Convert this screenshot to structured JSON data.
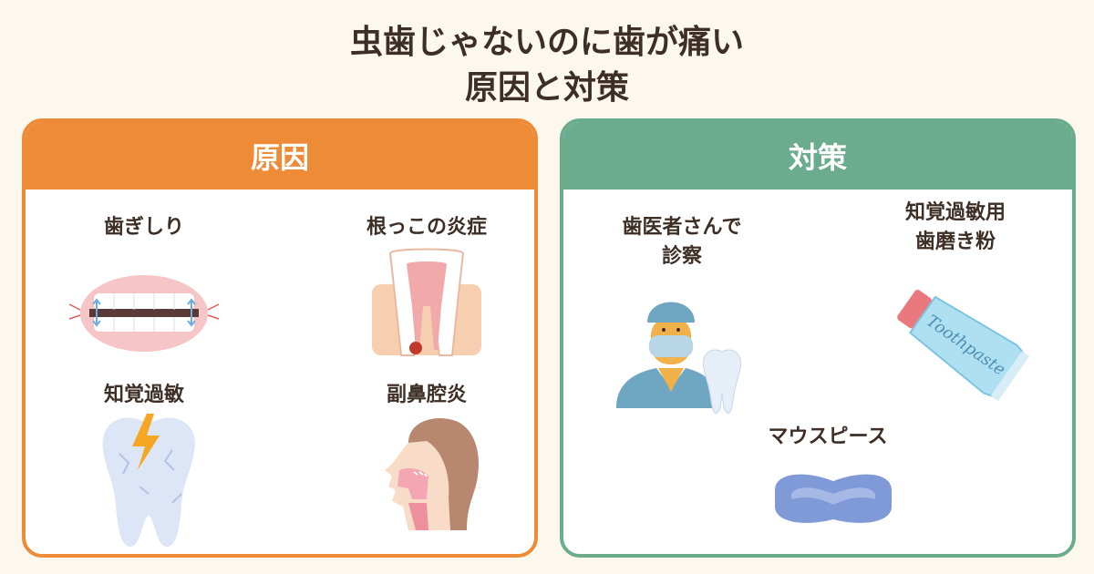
{
  "title": {
    "line1": "虫歯じゃないのに歯が痛い",
    "line2": "原因と対策"
  },
  "causes": {
    "heading": "原因",
    "items": [
      {
        "label": "歯ぎしり",
        "icon": "teeth-grinding-icon"
      },
      {
        "label": "根っこの炎症",
        "icon": "tooth-root-inflammation-icon"
      },
      {
        "label": "知覚過敏",
        "icon": "cracked-tooth-lightning-icon"
      },
      {
        "label": "副鼻腔炎",
        "icon": "sinus-profile-icon"
      }
    ]
  },
  "measures": {
    "heading": "対策",
    "items": [
      {
        "label_line1": "歯医者さんで",
        "label_line2": "診察",
        "icon": "dentist-icon"
      },
      {
        "label_line1": "知覚過敏用",
        "label_line2": "歯磨き粉",
        "icon": "toothpaste-tube-icon",
        "tube_text": "Toothpaste"
      },
      {
        "label_line1": "マウスピース",
        "icon": "mouthpiece-icon"
      }
    ]
  },
  "colors": {
    "cause_accent": "#ee8b37",
    "measure_accent": "#6bab8e",
    "background": "#fcf8ee",
    "text": "#3d2e26"
  }
}
